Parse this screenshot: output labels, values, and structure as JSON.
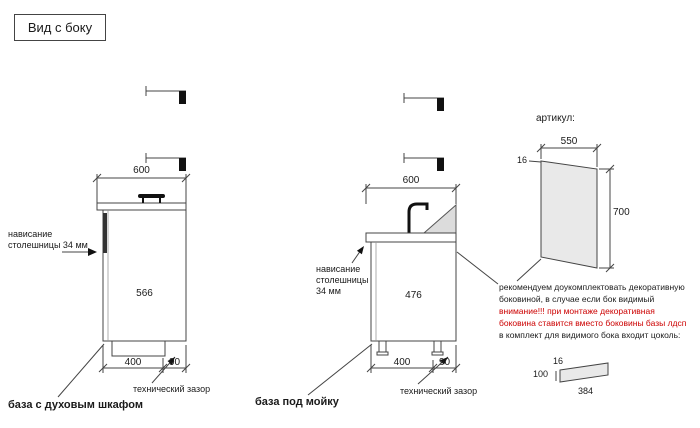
{
  "title": "Вид с боку",
  "colors": {
    "warning_text": "#cc0000",
    "line": "#444444"
  },
  "oven_base": {
    "label": "база с духовым шкафом",
    "dims": {
      "top_width": "600",
      "height": "566",
      "bottom_left": "400",
      "bottom_right": "90"
    },
    "overhang_lines": [
      "нависание",
      "столешницы 34 мм"
    ],
    "gap_note": "технический зазор"
  },
  "sink_base": {
    "label": "база под мойку",
    "dims": {
      "top_width": "600",
      "height": "476",
      "bottom_left": "400",
      "bottom_right": "90"
    },
    "overhang_lines": [
      "нависание",
      "столешницы",
      "34 мм"
    ],
    "gap_note": "технический зазор"
  },
  "side_panel": {
    "articul_label": "артикул:",
    "dims": {
      "width": "550",
      "thickness": "16",
      "height": "700"
    },
    "note_lines": [
      "рекомендуем доукомплектовать декоративную",
      "боковиной, в случае если бок видимый"
    ],
    "warning_lines": [
      "внимание!!! при монтаже декоративная",
      "боковина ставится вместо боковины базы лдсп"
    ],
    "plinth_note": "в комплект для видимого бока входит цоколь:",
    "plinth_dims": {
      "thickness": "16",
      "height": "100",
      "length": "384"
    }
  }
}
